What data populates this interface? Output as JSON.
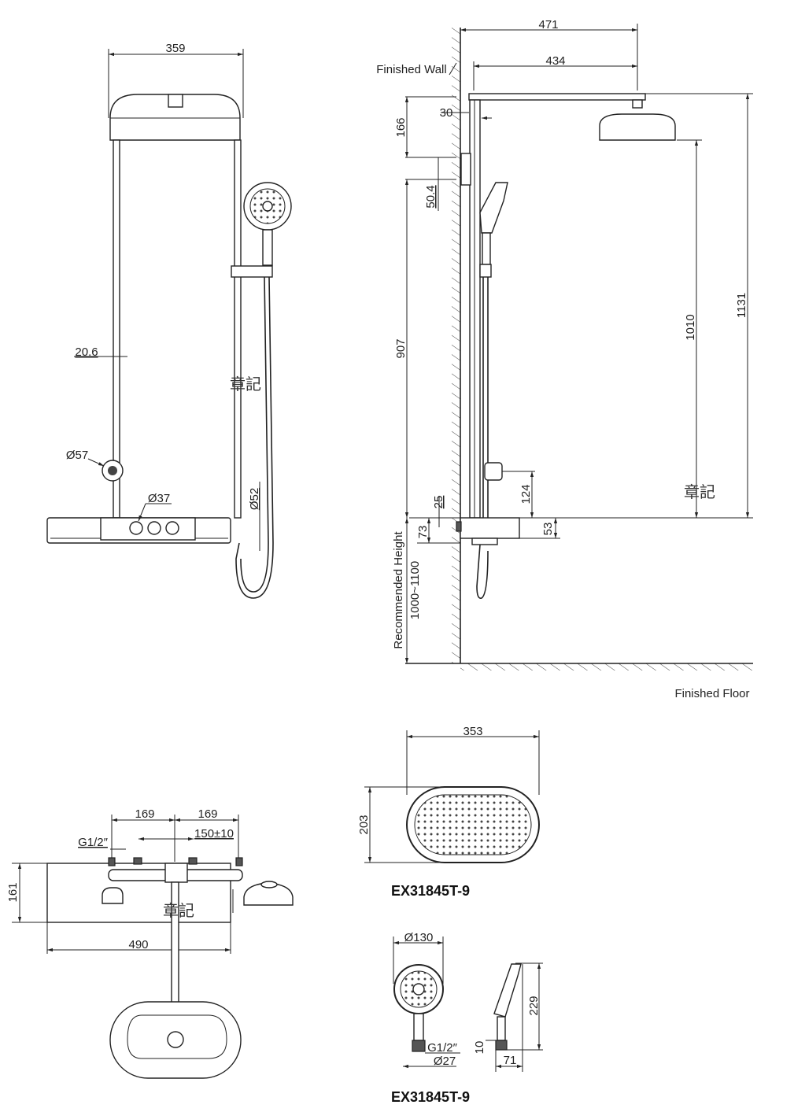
{
  "front_view": {
    "width_dim": "359",
    "pipe_dim": "20.6",
    "diverter_dia": "Ø57",
    "knob_dia": "Ø37",
    "pipe_dia": "Ø52"
  },
  "side_view": {
    "finished_wall": "Finished Wall",
    "finished_floor": "Finished Floor",
    "arm_total": "471",
    "arm_length": "434",
    "wall_offset": "30",
    "dim_166": "166",
    "dim_50_4": "50.4",
    "dim_907": "907",
    "dim_1131": "1131",
    "dim_1010": "1010",
    "dim_124": "124",
    "dim_25": "25",
    "dim_73": "73",
    "dim_53": "53",
    "recommended_height": "Recommended Height",
    "height_range": "1000~1100"
  },
  "top_view": {
    "dim_169_left": "169",
    "dim_169_right": "169",
    "inlet_spacing": "150±10",
    "thread": "G1/2″",
    "depth": "161",
    "width": "490"
  },
  "overhead_shower": {
    "width": "353",
    "depth": "203",
    "model": "EX31845T-9"
  },
  "hand_shower": {
    "diameter": "Ø130",
    "length": "229",
    "thread": "G1/2″",
    "connector_dia": "Ø27",
    "dim_10": "10",
    "dim_71": "71",
    "model": "EX31845T-9"
  },
  "watermark": "章記"
}
